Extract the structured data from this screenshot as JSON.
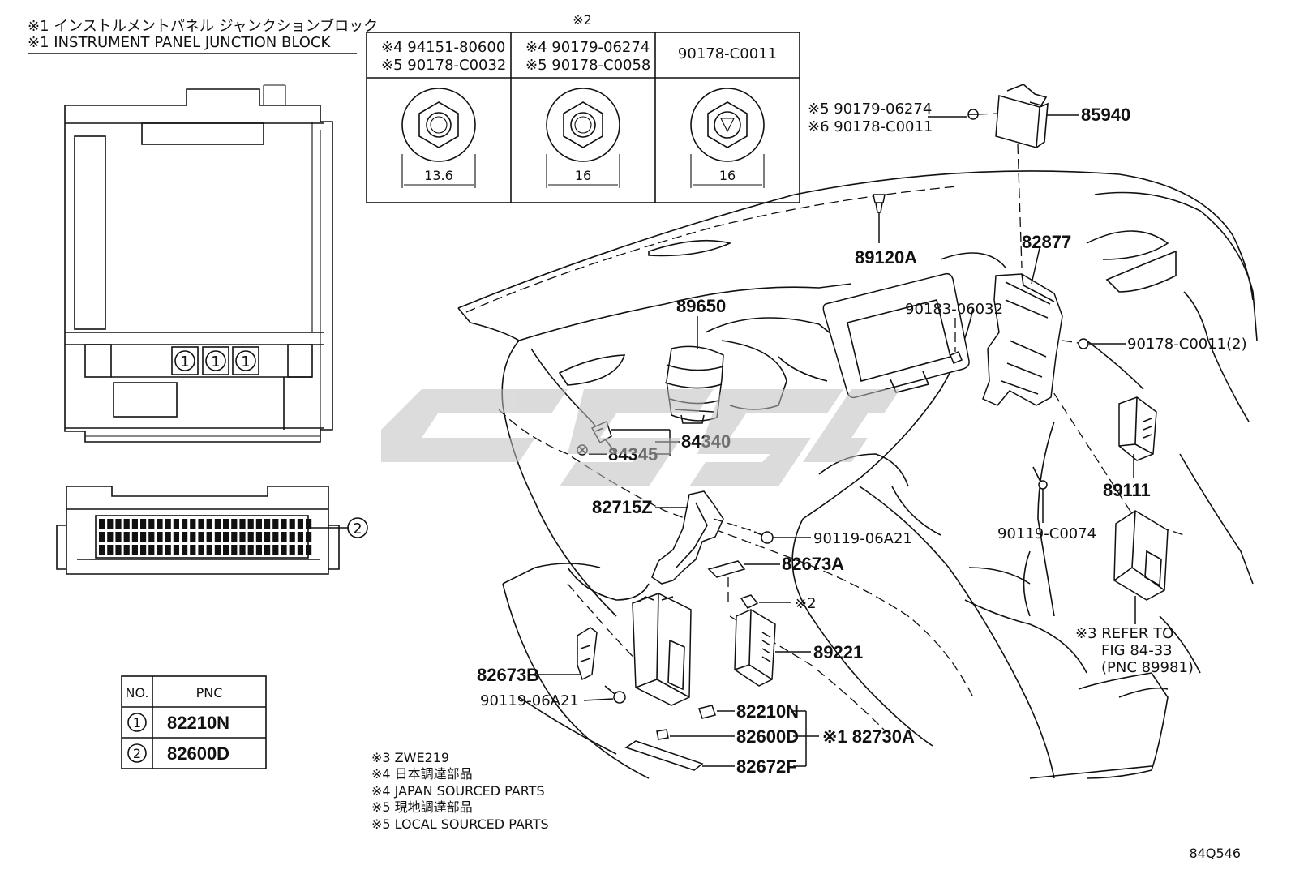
{
  "diagram_id": "84Q546",
  "junction_block": {
    "title_jp": "※1 インストルメントパネル ジャンクションブロック",
    "title_en": "※1 INSTRUMENT PANEL JUNCTION BLOCK",
    "marker_1": "1",
    "marker_2": "2"
  },
  "pnc_table": {
    "headers": [
      "NO.",
      "PNC"
    ],
    "rows": [
      {
        "no": "1",
        "pnc": "82210N"
      },
      {
        "no": "2",
        "pnc": "82600D"
      }
    ]
  },
  "nut_table": {
    "header": "※2",
    "columns": [
      {
        "line1": "※4 94151-80600",
        "line2": "※5 90178-C0032",
        "dimension": "13.6"
      },
      {
        "line1": "※4 90179-06274",
        "line2": "※5 90178-C0058",
        "dimension": "16"
      },
      {
        "line1": "90178-C0011",
        "line2": "",
        "dimension": "16"
      }
    ]
  },
  "parts": {
    "p85940": "85940",
    "p85940_ref1": "※5 90179-06274",
    "p85940_ref2": "※6 90178-C0011",
    "p89120a": "89120A",
    "p82877": "82877",
    "p89650": "89650",
    "p90183": "90183-06032",
    "p90178_2": "90178-C0011(2)",
    "p84340": "84340",
    "p84345": "84345",
    "p89111": "89111",
    "p90119_c0074": "90119-C0074",
    "p82715z": "82715Z",
    "p90119_06a21_a": "90119-06A21",
    "p82673a": "82673A",
    "p_note2": "※2",
    "p89221": "89221",
    "p82673b": "82673B",
    "p90119_06a21_b": "90119-06A21",
    "p82210n": "82210N",
    "p82600d": "82600D",
    "p82672f": "82672F",
    "p82730a": "※1 82730A",
    "refer_line1": "※3 REFER TO",
    "refer_line2": "FIG 84-33",
    "refer_line3": "(PNC 89981)"
  },
  "notes": [
    "※3 ZWE219",
    "※4 日本調達部品",
    "※4 JAPAN SOURCED PARTS",
    "※5 現地調達部品",
    "※5 LOCAL SOURCED PARTS"
  ],
  "colors": {
    "line": "#111111",
    "watermark": "#bfbfbf",
    "background": "#ffffff"
  }
}
